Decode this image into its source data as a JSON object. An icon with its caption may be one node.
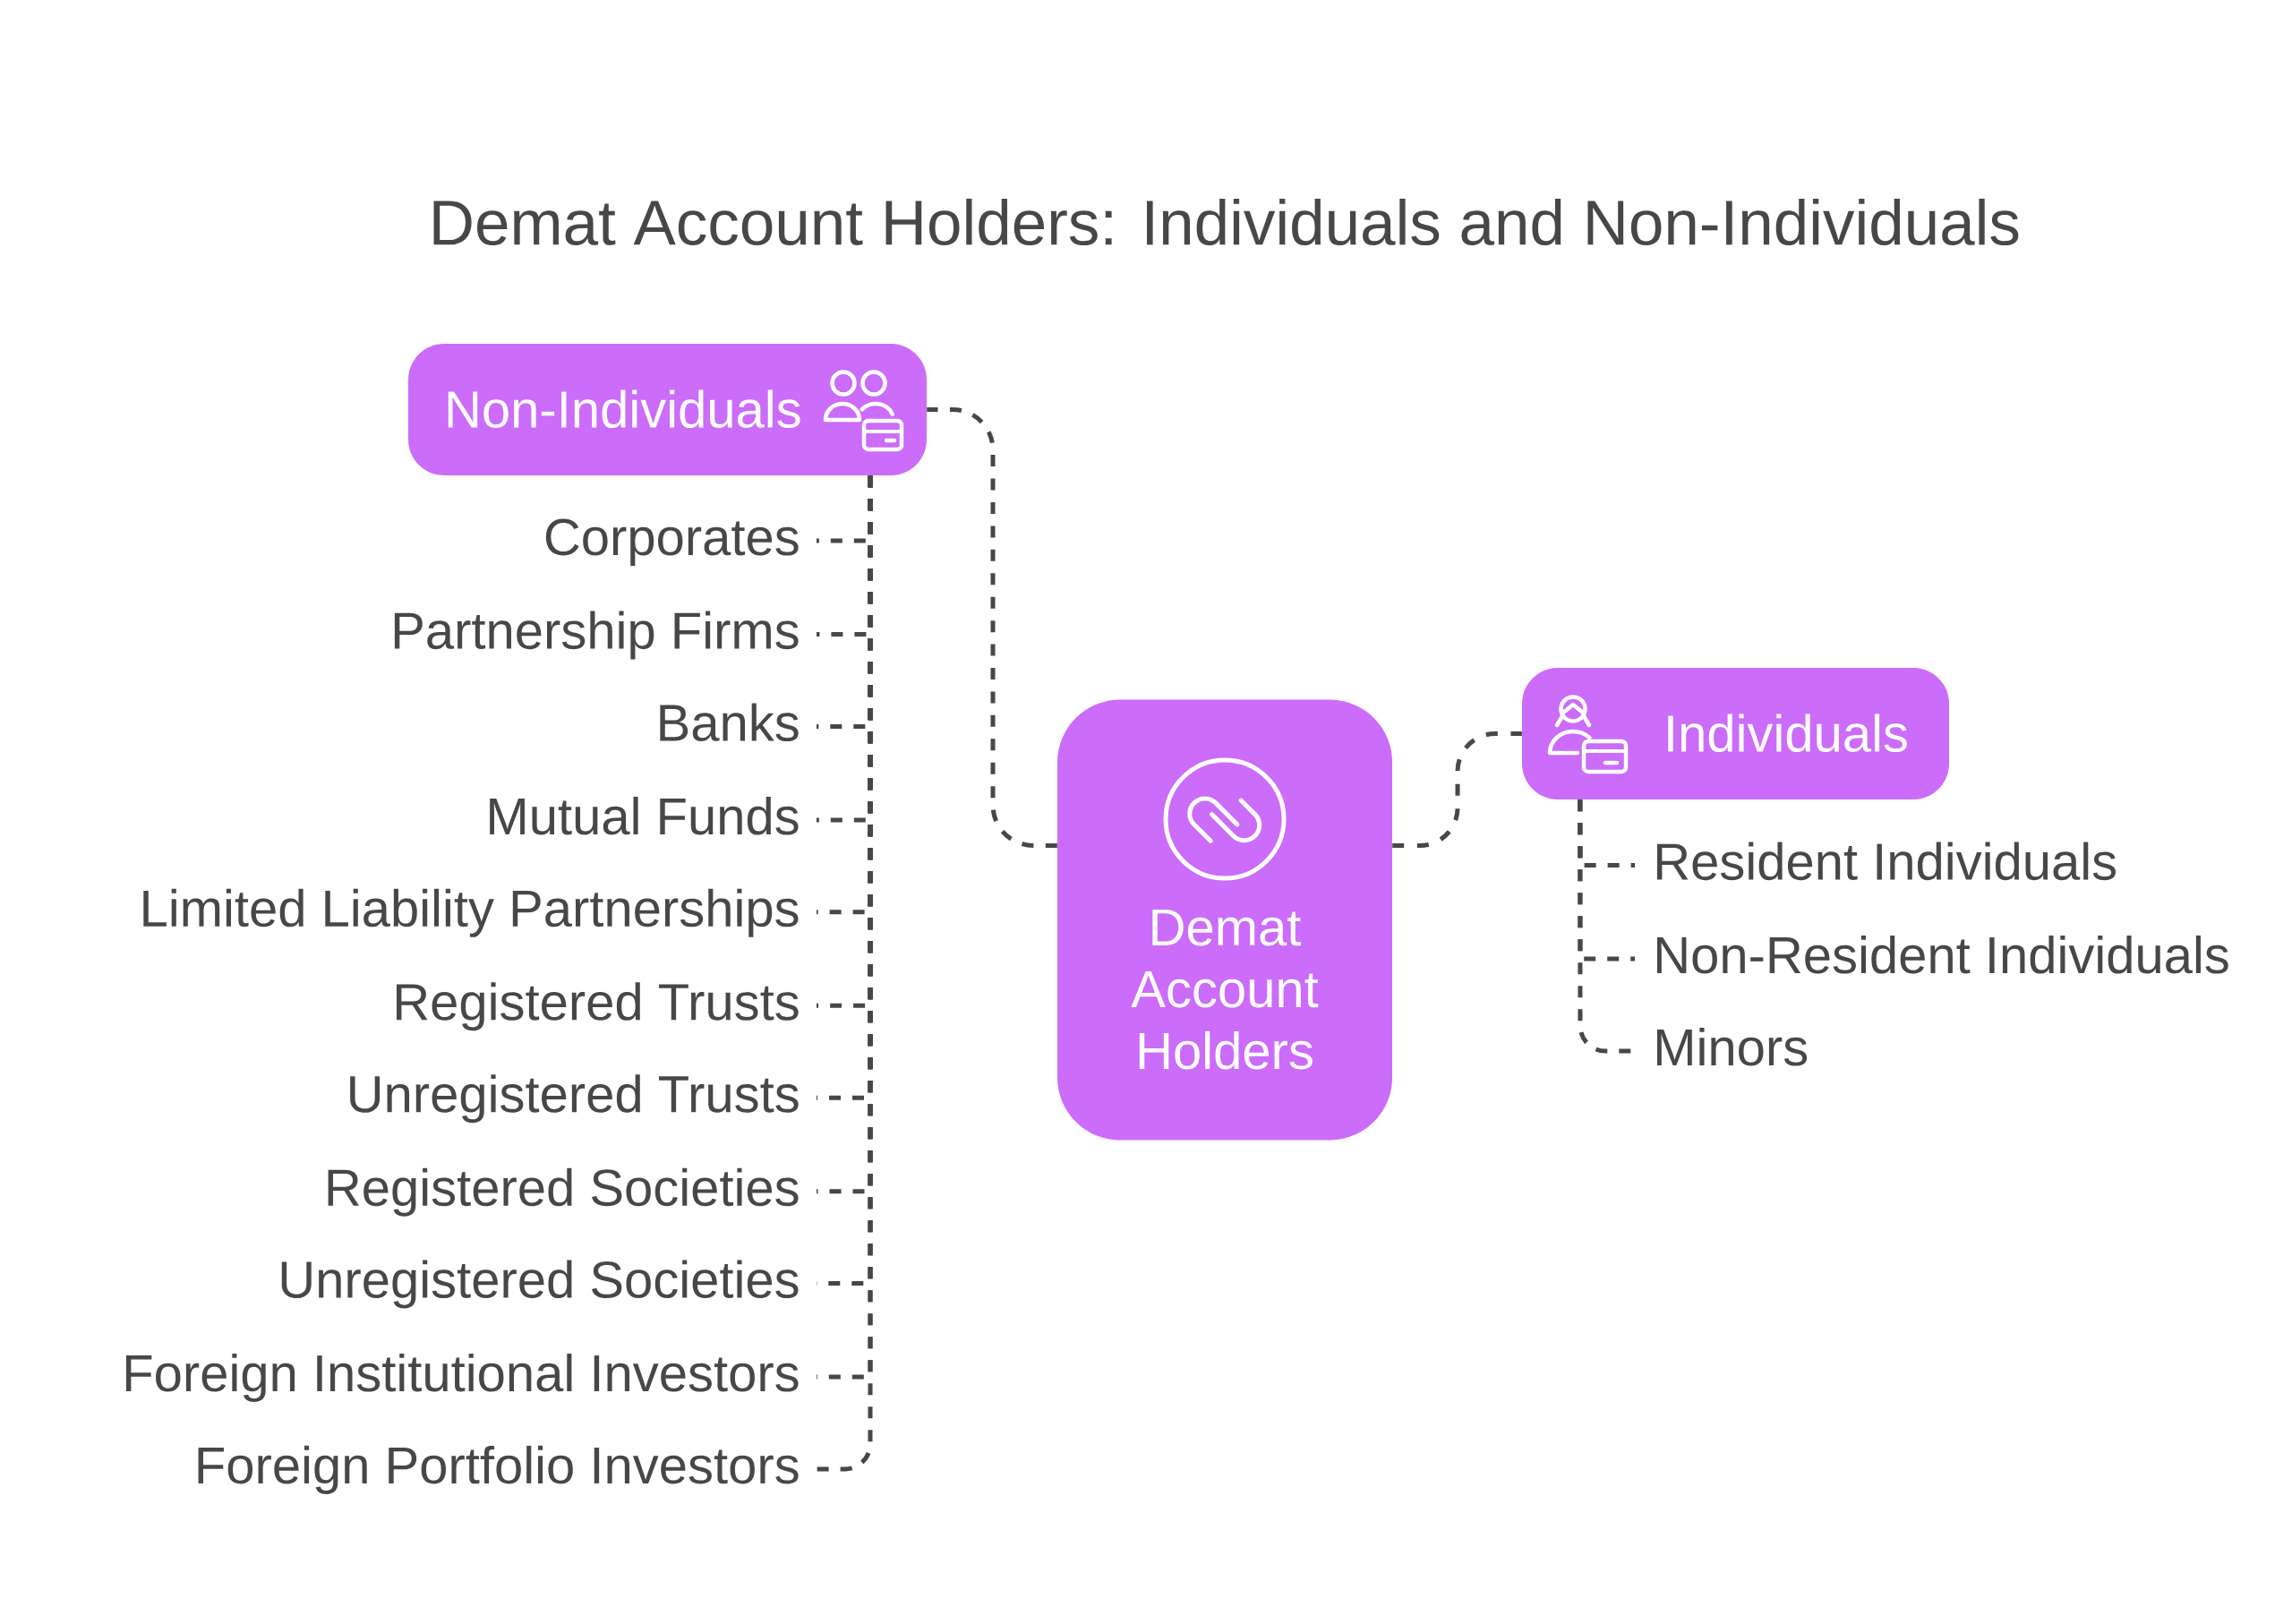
{
  "diagram": {
    "title": "Demat Account Holders: Individuals and Non-Individuals",
    "nodes": [
      {
        "text": [
          "Demat Account Holders"
        ]
      },
      {
        "text": [
          "Non-Individuals"
        ]
      },
      {
        "text": [
          "Corporates"
        ]
      },
      {
        "text": [
          "Partnership Firms"
        ]
      },
      {
        "text": [
          "Banks"
        ]
      },
      {
        "text": [
          "Mutual Funds"
        ]
      },
      {
        "text": [
          "Limited Liability Partnerships"
        ]
      },
      {
        "text": [
          "Registered Trusts"
        ]
      },
      {
        "text": [
          "Unregistered Trusts"
        ]
      },
      {
        "text": [
          "Registered Societies"
        ]
      },
      {
        "text": [
          "Unregistered Societies"
        ]
      },
      {
        "text": [
          "Foreign Institutional Investors"
        ]
      },
      {
        "text": [
          "Foreign Portfolio Investors"
        ]
      },
      {
        "text": [
          "Individuals"
        ]
      },
      {
        "text": [
          "Resident Individuals"
        ]
      },
      {
        "text": [
          "Non-Resident Individuals"
        ]
      },
      {
        "text": [
          "Minors"
        ]
      }
    ],
    "edges": [
      {
        "from": 0,
        "to": 1,
        "arrow": "none",
        "style": "dashed"
      },
      {
        "from": 0,
        "to": 13,
        "arrow": "none",
        "style": "dashed"
      },
      {
        "from": 1,
        "to": 2,
        "arrow": "none",
        "style": "dashed"
      },
      {
        "from": 1,
        "to": 3,
        "arrow": "none",
        "style": "dashed"
      },
      {
        "from": 1,
        "to": 4,
        "arrow": "none",
        "style": "dashed"
      },
      {
        "from": 1,
        "to": 5,
        "arrow": "none",
        "style": "dashed"
      },
      {
        "from": 1,
        "to": 6,
        "arrow": "none",
        "style": "dashed"
      },
      {
        "from": 1,
        "to": 7,
        "arrow": "none",
        "style": "dashed"
      },
      {
        "from": 1,
        "to": 8,
        "arrow": "none",
        "style": "dashed"
      },
      {
        "from": 1,
        "to": 9,
        "arrow": "none",
        "style": "dashed"
      },
      {
        "from": 1,
        "to": 10,
        "arrow": "none",
        "style": "dashed"
      },
      {
        "from": 1,
        "to": 11,
        "arrow": "none",
        "style": "dashed"
      },
      {
        "from": 1,
        "to": 12,
        "arrow": "none",
        "style": "dashed"
      },
      {
        "from": 13,
        "to": 14,
        "arrow": "none",
        "style": "dashed"
      },
      {
        "from": 13,
        "to": 15,
        "arrow": "none",
        "style": "dashed"
      },
      {
        "from": 13,
        "to": 16,
        "arrow": "none",
        "style": "dashed"
      }
    ]
  }
}
